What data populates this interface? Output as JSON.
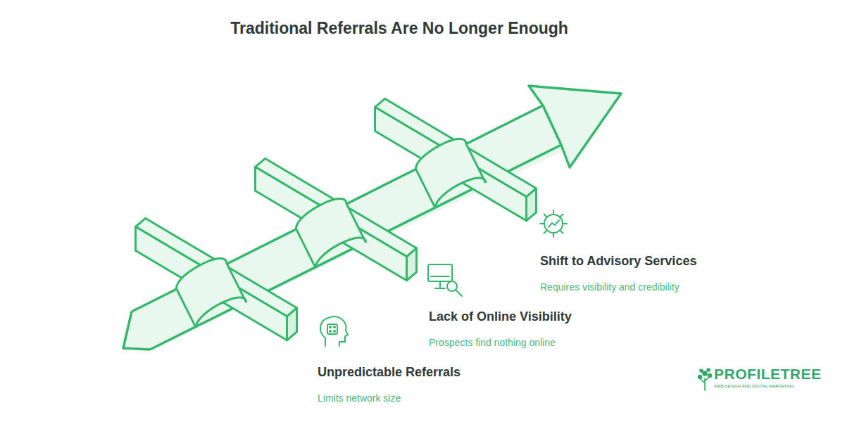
{
  "diagram": {
    "title": "Traditional Referrals Are No Longer Enough",
    "labels": [
      "Unpredictable Referrals",
      "Limits network size",
      "Lack of Online Visibility",
      "Prospects find nothing online",
      "Shift to Advisory Services",
      "Requires visibility and credibility",
      "PROFILETREE",
      "WEB DESIGN AND DIGITAL MARKETING"
    ]
  }
}
